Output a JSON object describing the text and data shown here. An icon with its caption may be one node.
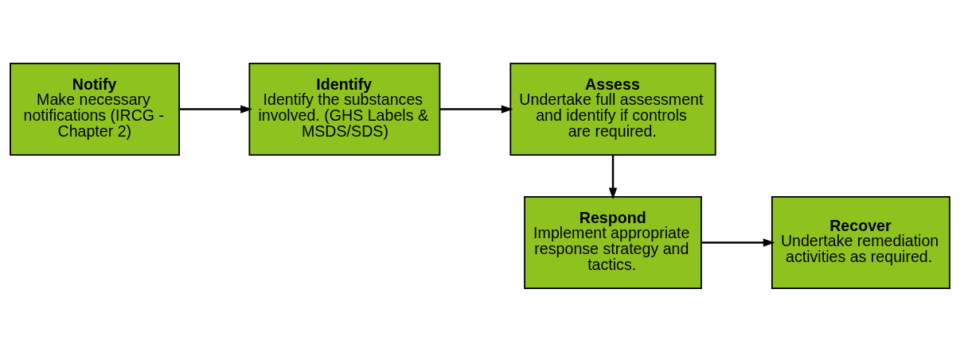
{
  "diagram": {
    "nodes": [
      {
        "text": [
          "Notify",
          "Make necessary notifications (IRCG - Chapter 2)"
        ]
      },
      {
        "text": [
          "Identify",
          "Identify the substances involved. (GHS Labels & MSDS/SDS)"
        ]
      },
      {
        "text": [
          "Assess",
          "Undertake full assessment and identify if controls are required."
        ]
      },
      {
        "text": [
          "Respond",
          "Implement appropriate response strategy and tactics."
        ]
      },
      {
        "text": [
          "Recover",
          "Undertake remediation activities as required."
        ]
      }
    ],
    "edges": [
      {
        "from": 0,
        "to": 1,
        "arrow": "to"
      },
      {
        "from": 1,
        "to": 2,
        "arrow": "to"
      },
      {
        "from": 2,
        "to": 3,
        "arrow": "to"
      },
      {
        "from": 3,
        "to": 4,
        "arrow": "to"
      }
    ]
  }
}
